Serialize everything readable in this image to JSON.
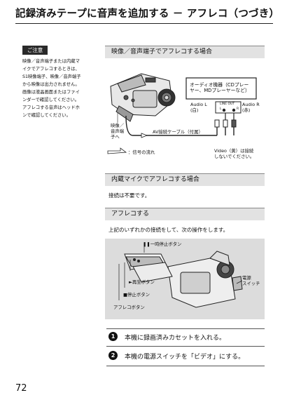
{
  "page_title": "記録済みテープに音声を追加する － アフレコ（つづき）",
  "note": {
    "badge": "ご注意",
    "lines": [
      "映像／音声端子または内蔵マ",
      "イクでアフレコするときは、",
      "S1映像端子、映像／音声端子",
      "から映像は出力されません。",
      "画像は液晶画面またはファイ",
      "ンダーで確認してください。",
      "アフレコする音声はヘッドホ",
      "ンで確認してください。"
    ]
  },
  "section1": {
    "title": "映像／音声端子でアフレコする場合",
    "audio_device": "オーディオ機器（CDプレーヤー、MDプレーヤーなど）",
    "audio_device_line1": "オーディオ機器（CDプレー",
    "audio_device_line2": "ヤー、MDプレーヤーなど）",
    "line_out": "LINE OUT",
    "line_out_l": "L",
    "line_out_r": "R",
    "audio_l": "Audio L",
    "audio_l_color": "(白)",
    "audio_r": "Audio R",
    "audio_r_color": "(赤)",
    "av_jack_line1": "映像／",
    "av_jack_line2": "音声端",
    "av_jack_line3": "子へ",
    "cable": "AV接続ケーブル（付属）",
    "signal_flow": "：信号の流れ",
    "video_note_line1": "Video（黄）は接続",
    "video_note_line2": "しないでください。"
  },
  "section2": {
    "title": "内蔵マイクでアフレコする場合",
    "text": "接続は不要です。"
  },
  "section3": {
    "title": "アフレコする",
    "text": "上記のいずれかの接続をして、次の操作をします。",
    "pause_btn": "❚❚一時停止ボタン",
    "play_btn": "►再生ボタン",
    "stop_btn": "■停止ボタン",
    "afureko_btn": "アフレコボタン",
    "power_line1": "電源",
    "power_line2": "スイッチ"
  },
  "steps": [
    {
      "num": "1",
      "text": "本機に録画済みカセットを入れる。"
    },
    {
      "num": "2",
      "text": "本機の電源スイッチを「ビデオ」にする。"
    }
  ],
  "page_number": "72"
}
